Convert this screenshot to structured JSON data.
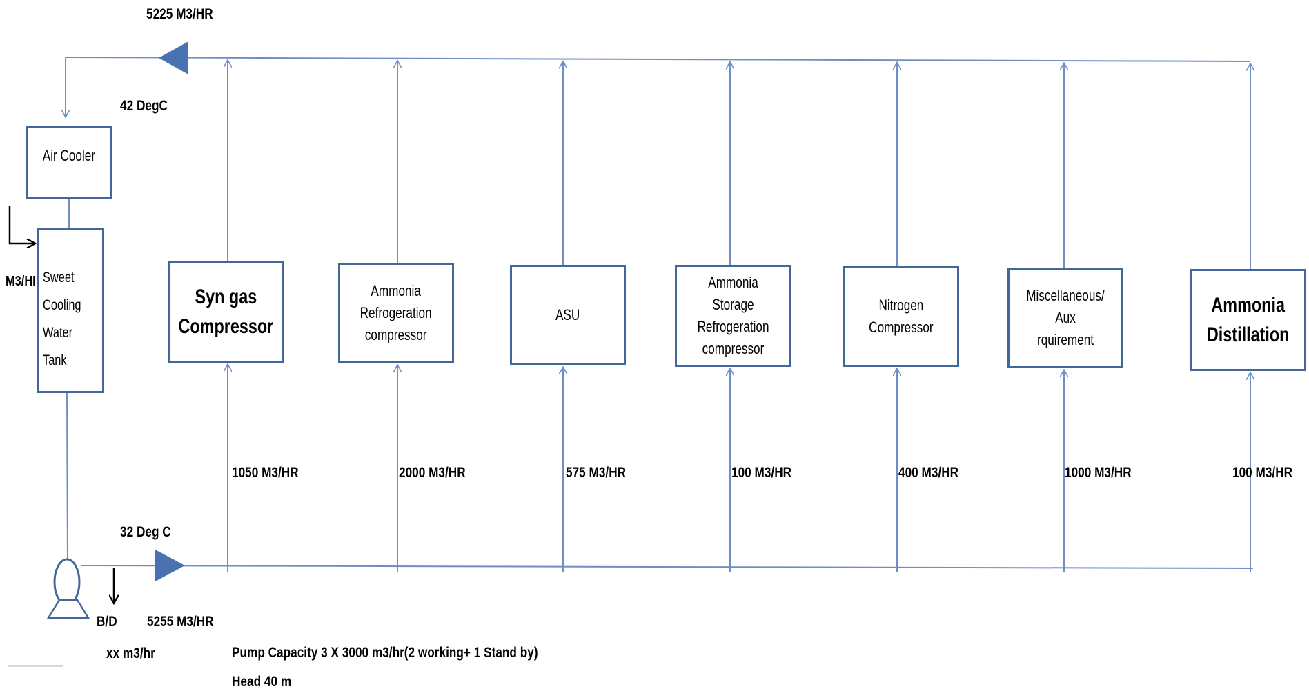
{
  "return_header": {
    "flow": "5225 M3/HR",
    "temp": "42 DegC"
  },
  "supply_header": {
    "flow": "5255 M3/HR",
    "temp": "32 Deg C"
  },
  "air_cooler": {
    "label": "Air Cooler"
  },
  "tank": {
    "lines": [
      "Sweet",
      "Cooling",
      "Water Tank"
    ],
    "makeup_label": "M3/HI"
  },
  "blowdown": {
    "label": "B/D",
    "flow": "xx m3/hr"
  },
  "pump_note": {
    "capacity": "Pump Capacity 3 X 3000 m3/hr(2 working+ 1 Stand by)",
    "head": "Head 40 m"
  },
  "consumers": [
    {
      "lines": [
        "Syn gas",
        "Compressor"
      ],
      "flow": "1050 M3/HR"
    },
    {
      "lines": [
        "Ammonia",
        "Refrogeration",
        "compressor"
      ],
      "flow": "2000 M3/HR"
    },
    {
      "lines": [
        "ASU"
      ],
      "flow": "575 M3/HR"
    },
    {
      "lines": [
        "Ammonia Storage",
        "Refrogeration",
        "compressor"
      ],
      "flow": "100 M3/HR"
    },
    {
      "lines": [
        "Nitrogen",
        "Compressor"
      ],
      "flow": "400 M3/HR"
    },
    {
      "lines": [
        "Miscellaneous/ Aux",
        "rquirement"
      ],
      "flow": "1000 M3/HR"
    },
    {
      "lines": [
        "Ammonia",
        "Distillation"
      ],
      "flow": "100 M3/HR"
    }
  ],
  "colors": {
    "line": "#6f8fc4",
    "box_border": "#44679a",
    "triangle": "#4a72b0"
  }
}
